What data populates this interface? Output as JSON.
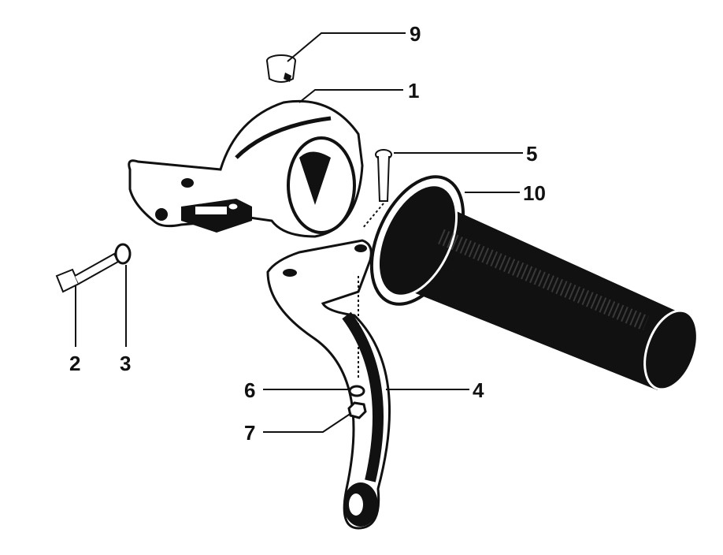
{
  "diagram": {
    "type": "exploded-parts-diagram",
    "callouts": {
      "p1": "1",
      "p2": "2",
      "p3": "3",
      "p4": "4",
      "p5": "5",
      "p6": "6",
      "p7": "7",
      "p9": "9",
      "p10": "10"
    },
    "colors": {
      "ink": "#111111",
      "paper": "#ffffff"
    }
  }
}
